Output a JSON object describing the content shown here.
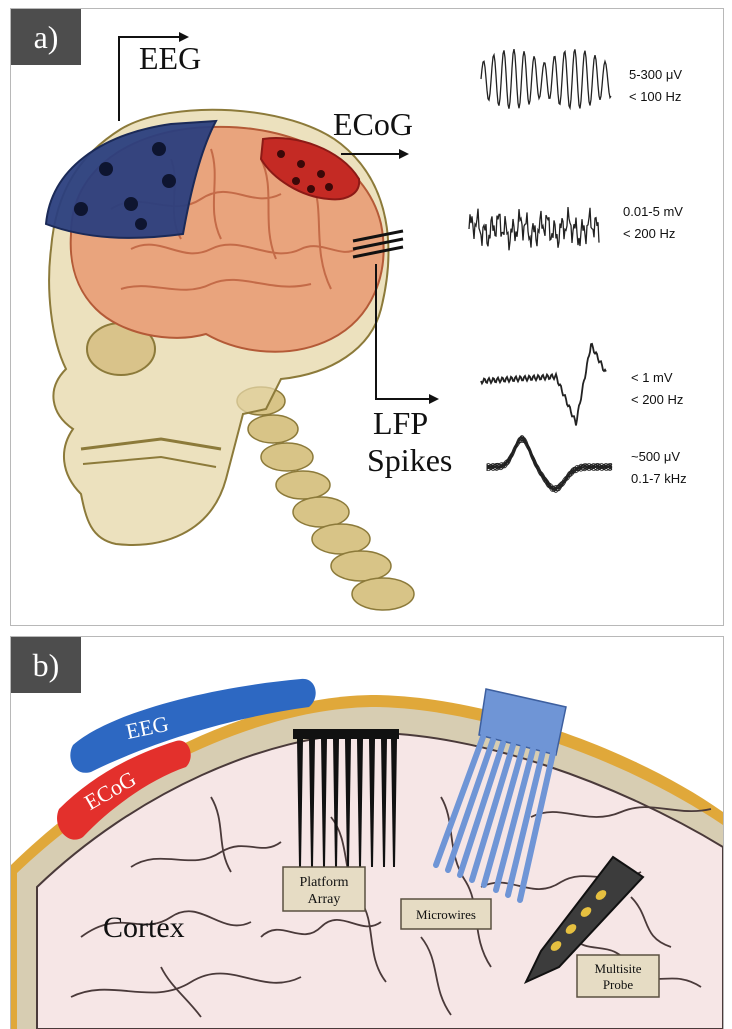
{
  "panel_a": {
    "tag": "a)",
    "labels": {
      "eeg": "EEG",
      "ecog": "ECoG",
      "lfp": "LFP",
      "spikes": "Spikes"
    },
    "signals": [
      {
        "amplitude": "5-300 μV",
        "frequency": "< 100 Hz"
      },
      {
        "amplitude": "0.01-5 mV",
        "frequency": "< 200 Hz"
      },
      {
        "amplitude": "< 1 mV",
        "frequency": "< 200 Hz"
      },
      {
        "amplitude": "~500 μV",
        "frequency": "0.1-7 kHz"
      }
    ],
    "colors": {
      "eeg_cap": "#2b3f7e",
      "ecog_patch": "#c42a24",
      "brain": "#e9a47d",
      "skull": "#e6d7a8"
    }
  },
  "panel_b": {
    "tag": "b)",
    "labels": {
      "eeg": "EEG",
      "ecog": "ECoG",
      "cortex": "Cortex",
      "platform_array": [
        "Platform",
        "Array"
      ],
      "microwires": "Microwires",
      "multisite_probe": [
        "Multisite",
        "Probe"
      ]
    },
    "colors": {
      "eeg": "#2d68c2",
      "ecog": "#e3302c",
      "skull_band": "#d7cdb2",
      "dura": "#e0a83a",
      "brain": "#f6e6e6",
      "microwires": "#6f95d6"
    }
  }
}
